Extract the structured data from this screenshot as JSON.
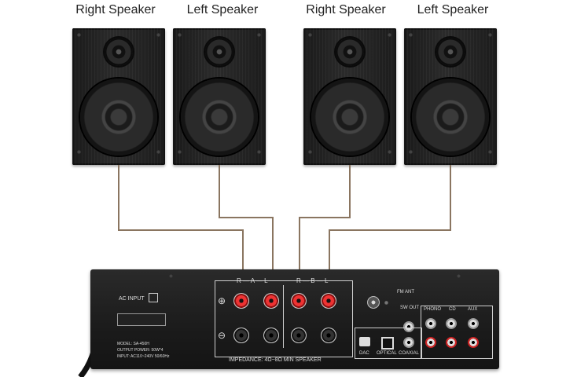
{
  "speakers": [
    {
      "label": "Right Speaker"
    },
    {
      "label": "Left Speaker"
    },
    {
      "label": "Right Speaker"
    },
    {
      "label": "Left Speaker"
    }
  ],
  "amplifier": {
    "ac_input": "AC INPUT",
    "channel_a": "R — A — L",
    "channel_b": "R — B — L",
    "impedance": "IMPEDANCE: 4Ω~8Ω MIN SPEAKER",
    "fm_ant": "FM ANT",
    "sw_out": "SW OUT",
    "phono": "PHONO",
    "cd": "CD",
    "aux": "AUX",
    "dac": "DAC",
    "optical": "OPTICAL",
    "coaxial": "COAXIAL",
    "model": "MODEL: SA-450H",
    "output": "OUTPUT POWER: 50W*4",
    "input": "INPUT: AC110~240V 50/60Hz"
  },
  "colors": {
    "wire": "#8a7560",
    "terminal_red": "#e33333",
    "chassis": "#1b1b1b"
  }
}
